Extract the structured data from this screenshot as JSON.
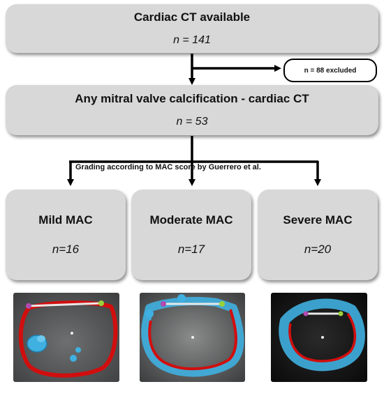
{
  "top": {
    "title": "Cardiac CT available",
    "count": "n = 141"
  },
  "excluded": {
    "label": "n = 88 excluded"
  },
  "middle": {
    "title": "Any mitral valve calcification - cardiac CT",
    "count": "n = 53"
  },
  "grading": {
    "label": "Grading according to MAC score by Guerrero et al."
  },
  "grades": [
    {
      "title": "Mild MAC",
      "count": "n=16"
    },
    {
      "title": "Moderate MAC",
      "count": "n=17"
    },
    {
      "title": "Severe MAC",
      "count": "n=20"
    }
  ],
  "colors": {
    "box": "#d8d8d8",
    "arrow": "#000000",
    "annulus": "#d10e0e",
    "calcium": "#3fb0e0",
    "ct_background": "#5f6060"
  }
}
